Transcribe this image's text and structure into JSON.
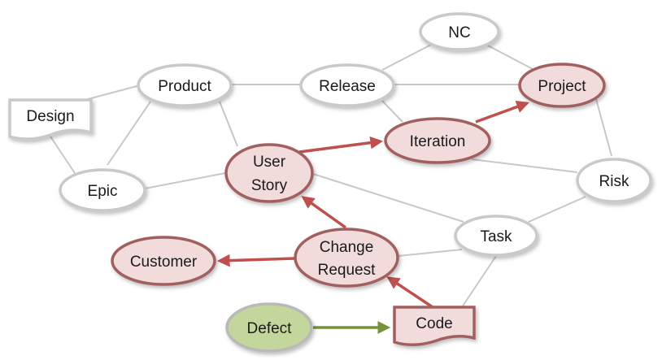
{
  "nodes": {
    "nc": "NC",
    "product": "Product",
    "release": "Release",
    "project": "Project",
    "design": "Design",
    "iteration": "Iteration",
    "user_story_line1": "User",
    "user_story_line2": "Story",
    "epic": "Epic",
    "risk": "Risk",
    "task": "Task",
    "change_request_line1": "Change",
    "change_request_line2": "Request",
    "customer": "Customer",
    "defect": "Defect",
    "code": "Code"
  },
  "colors": {
    "neutral_node_border": "#c9c9c9",
    "highlight_node_fill": "#f2dcdb",
    "highlight_node_border": "#a0605e",
    "defect_node_fill": "#c3d69b",
    "relation_arrow": "#c0504d",
    "defect_arrow": "#77933c",
    "connector_line": "#c8c8c8"
  }
}
